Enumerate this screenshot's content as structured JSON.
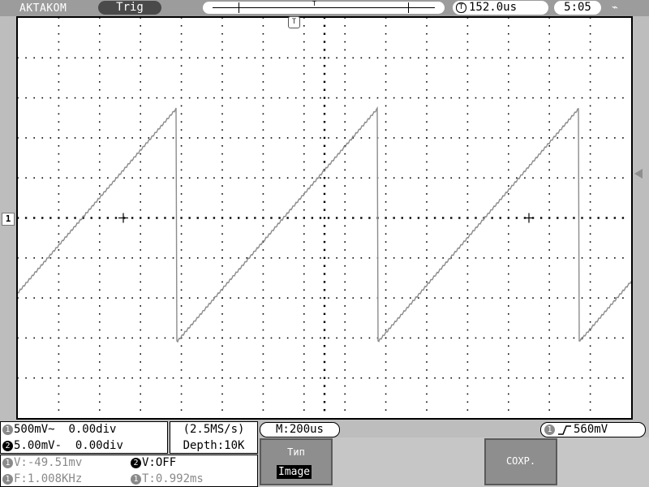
{
  "header": {
    "brand": "AKTAKOM",
    "status": "Trig",
    "timeline_marker": "T",
    "trigger_position_icon": "T",
    "trigger_position": "152.0us",
    "clock": "5:05",
    "usb_icon": "usb-icon"
  },
  "markers": {
    "trigger_position_marker": "T",
    "channel1_marker": "1"
  },
  "channels": [
    {
      "badge": "1",
      "scale": "500mV~",
      "offset": "0.00div"
    },
    {
      "badge": "2",
      "scale": "5.00mV-",
      "offset": "0.00div"
    }
  ],
  "acquisition": {
    "rate": "(2.5MS/s)",
    "depth": "Depth:10K"
  },
  "timebase": "M:200us",
  "trigger": {
    "badge": "1",
    "edge_icon": "rising-edge-icon",
    "level": "560mV"
  },
  "measurements": [
    {
      "badge": "1",
      "text": "V:-49.51mv"
    },
    {
      "badge": "2",
      "text": "V:OFF"
    },
    {
      "badge": "1",
      "text": "F:1.008KHz"
    },
    {
      "badge": "1",
      "text": "T:0.992ms"
    }
  ],
  "softkeys": [
    {
      "title": "Тип",
      "value": "Image"
    },
    {
      "title": "СОХР.",
      "value": ""
    }
  ],
  "colors": {
    "trace": "#8c8c8c",
    "grid": "#000000",
    "background": "#bdbdbd"
  }
}
